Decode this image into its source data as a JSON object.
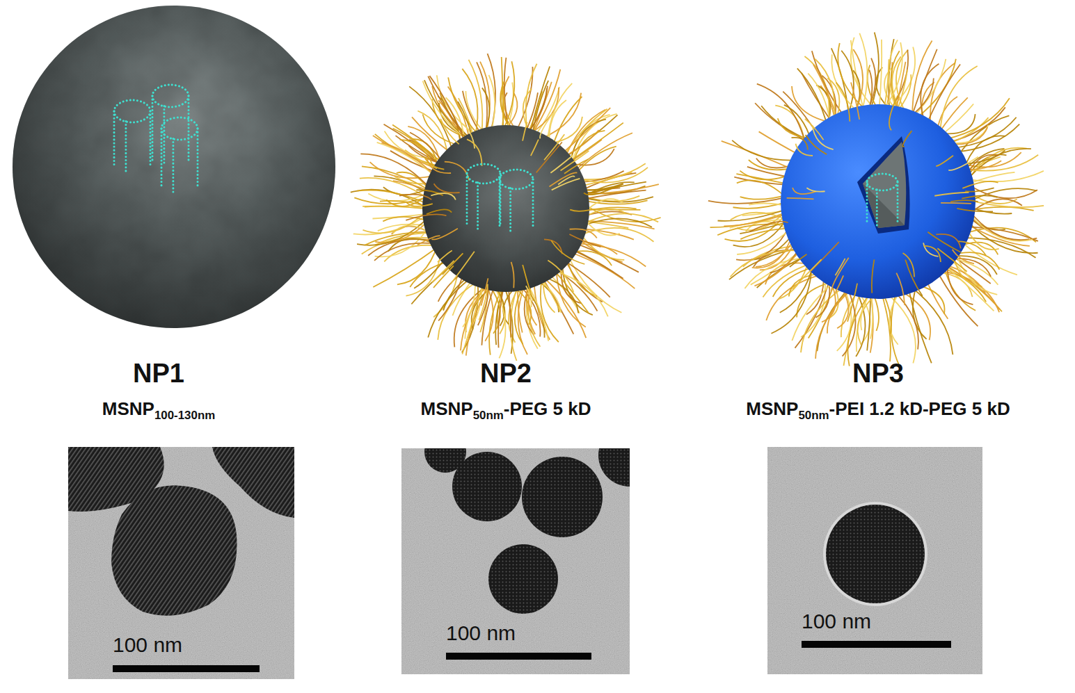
{
  "diagram": {
    "nodes": [
      {
        "text": [
          "100 nm"
        ]
      },
      {
        "text": [
          "100 nm"
        ]
      },
      {
        "text": [
          "100 nm"
        ]
      }
    ],
    "labels": [
      "NP1",
      "MSNP",
      "100-130nm",
      "NP2",
      "MSNP",
      "50nm",
      "-PEG 5 kD",
      "NP3",
      "MSNP",
      "50nm",
      "-PEI 1.2 kD-PEG 5 kD"
    ]
  }
}
